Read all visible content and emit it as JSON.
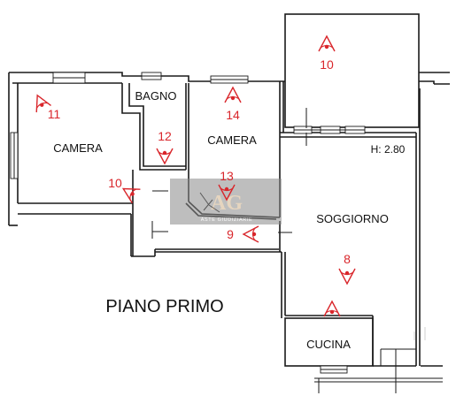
{
  "title": "PIANO PRIMO",
  "ceiling_height": "H: 2.80",
  "rooms": {
    "bagno": "BAGNO",
    "camera_left": "CAMERA",
    "camera_mid": "CAMERA",
    "soggiorno": "SOGGIORNO",
    "cucina": "CUCINA"
  },
  "viewpoints": [
    {
      "id": "vp-10-top",
      "label": "10"
    },
    {
      "id": "vp-11",
      "label": "11"
    },
    {
      "id": "vp-14",
      "label": "14"
    },
    {
      "id": "vp-12",
      "label": "12"
    },
    {
      "id": "vp-13",
      "label": "13"
    },
    {
      "id": "vp-10-left",
      "label": "10"
    },
    {
      "id": "vp-9",
      "label": "9"
    },
    {
      "id": "vp-8",
      "label": "8"
    },
    {
      "id": "vp-7",
      "label": ""
    }
  ],
  "watermark": {
    "monogram": "AG",
    "text": "ASTE GIUDIZIARIE"
  },
  "colors": {
    "wall": "#1a1a1a",
    "marker": "#d9262b",
    "watermark_box": "#8a8a8a"
  }
}
